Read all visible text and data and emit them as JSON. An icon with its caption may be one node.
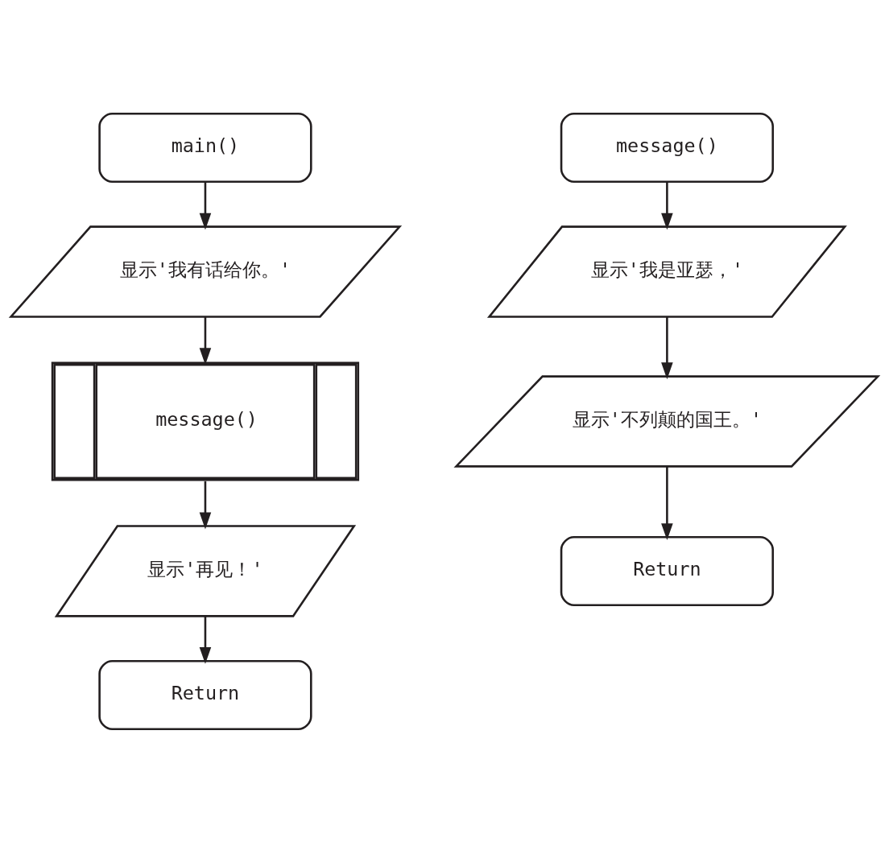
{
  "diagram": {
    "nodes": [
      {
        "text": [
          "main()"
        ]
      },
      {
        "text": [
          "显示'我有话给你。'"
        ]
      },
      {
        "text": [
          "message()"
        ]
      },
      {
        "text": [
          "显示'再见！'"
        ]
      },
      {
        "text": [
          "Return"
        ]
      },
      {
        "text": [
          "message()"
        ]
      },
      {
        "text": [
          "显示'我是亚瑟，'"
        ]
      },
      {
        "text": [
          "显示'不列颠的国王。'"
        ]
      },
      {
        "text": [
          "Return"
        ]
      }
    ],
    "edges": [
      {
        "from": 0,
        "to": 1,
        "arrow": "to"
      },
      {
        "from": 1,
        "to": 2,
        "arrow": "to"
      },
      {
        "from": 2,
        "to": 3,
        "arrow": "to"
      },
      {
        "from": 3,
        "to": 4,
        "arrow": "to"
      },
      {
        "from": 5,
        "to": 6,
        "arrow": "to"
      },
      {
        "from": 6,
        "to": 7,
        "arrow": "to"
      },
      {
        "from": 7,
        "to": 8,
        "arrow": "to"
      }
    ]
  }
}
